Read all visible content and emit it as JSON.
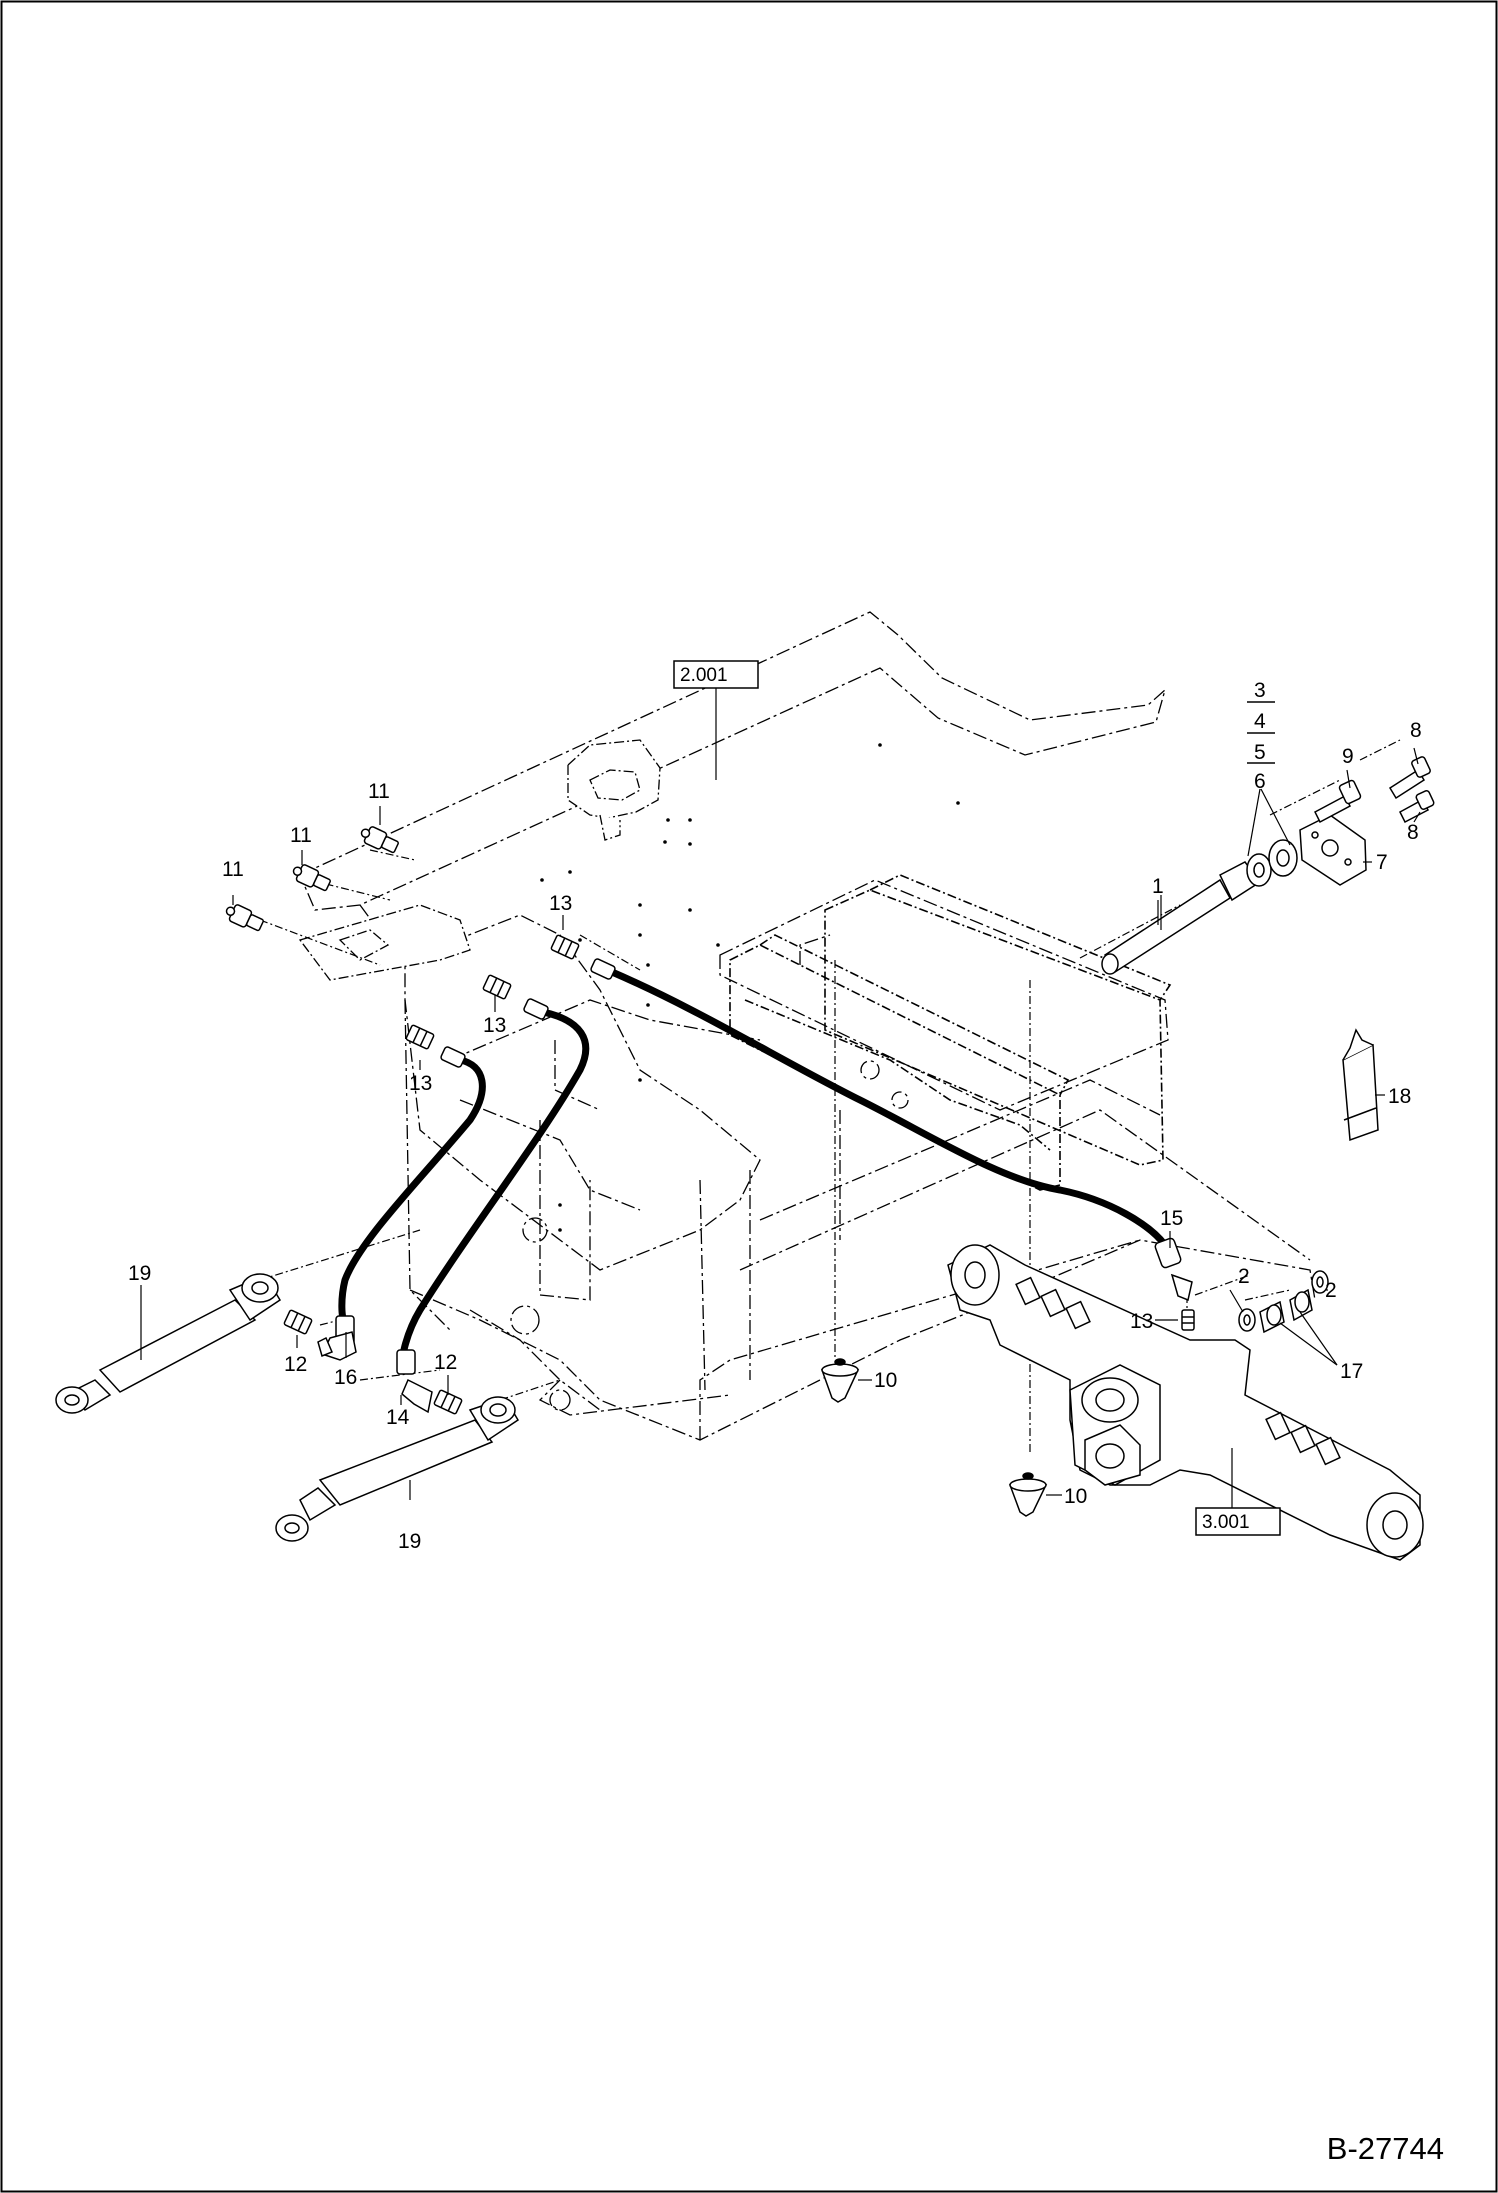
{
  "drawing_number": "B-27744",
  "reference_boxes": [
    {
      "id": "frame",
      "label": "2.001"
    },
    {
      "id": "axle",
      "label": "3.001"
    }
  ],
  "part_callouts": {
    "p1": "1",
    "p2a": "2",
    "p2b": "2",
    "p3": "3",
    "p4": "4",
    "p5": "5",
    "p6": "6",
    "p7": "7",
    "p8a": "8",
    "p8b": "8",
    "p9": "9",
    "p10a": "10",
    "p10b": "10",
    "p11a": "11",
    "p11b": "11",
    "p11c": "11",
    "p12a": "12",
    "p12b": "12",
    "p13a": "13",
    "p13b": "13",
    "p13c": "13",
    "p13d": "13",
    "p14": "14",
    "p15": "15",
    "p16": "16",
    "p17": "17",
    "p18": "18",
    "p19a": "19",
    "p19b": "19"
  }
}
